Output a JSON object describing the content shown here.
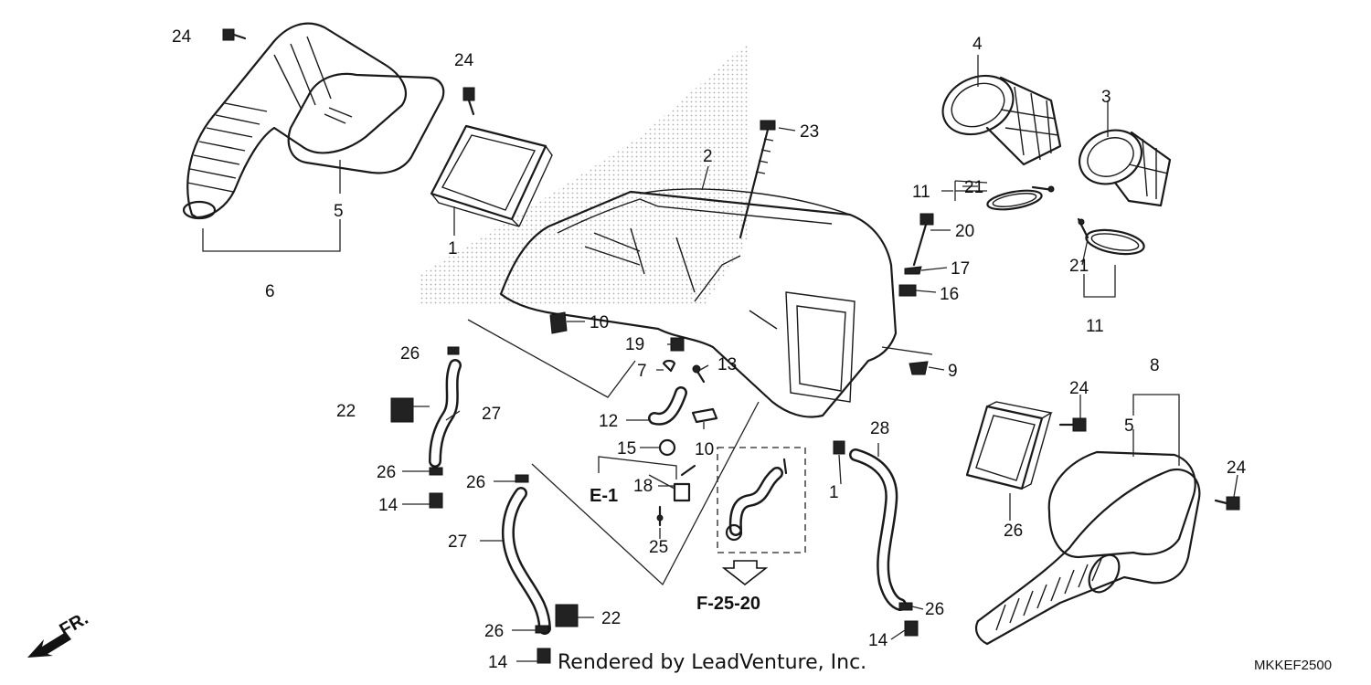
{
  "callouts": [
    {
      "id": "c24a",
      "text": "24"
    },
    {
      "id": "c24b",
      "text": "24"
    },
    {
      "id": "c6",
      "text": "6"
    },
    {
      "id": "c5a",
      "text": "5"
    },
    {
      "id": "c1a",
      "text": "1"
    },
    {
      "id": "c2",
      "text": "2"
    },
    {
      "id": "c23",
      "text": "23"
    },
    {
      "id": "c10a",
      "text": "10"
    },
    {
      "id": "c26a",
      "text": "26"
    },
    {
      "id": "c22a",
      "text": "22"
    },
    {
      "id": "c27a",
      "text": "27"
    },
    {
      "id": "c26b",
      "text": "26"
    },
    {
      "id": "c14a",
      "text": "14"
    },
    {
      "id": "c19",
      "text": "19"
    },
    {
      "id": "c7",
      "text": "7"
    },
    {
      "id": "c13",
      "text": "13"
    },
    {
      "id": "c12",
      "text": "12"
    },
    {
      "id": "c10b",
      "text": "10"
    },
    {
      "id": "c15",
      "text": "15"
    },
    {
      "id": "c26c",
      "text": "26"
    },
    {
      "id": "c18",
      "text": "18"
    },
    {
      "id": "c27b",
      "text": "27"
    },
    {
      "id": "c25",
      "text": "25"
    },
    {
      "id": "c22b",
      "text": "22"
    },
    {
      "id": "c26d",
      "text": "26"
    },
    {
      "id": "c14b",
      "text": "14"
    },
    {
      "id": "c4",
      "text": "4"
    },
    {
      "id": "c3",
      "text": "3"
    },
    {
      "id": "c11a",
      "text": "11"
    },
    {
      "id": "c21a",
      "text": "21"
    },
    {
      "id": "c20",
      "text": "20"
    },
    {
      "id": "c17",
      "text": "17"
    },
    {
      "id": "c16",
      "text": "16"
    },
    {
      "id": "c21b",
      "text": "21"
    },
    {
      "id": "c11b",
      "text": "11"
    },
    {
      "id": "c9",
      "text": "9"
    },
    {
      "id": "c8",
      "text": "8"
    },
    {
      "id": "c24c",
      "text": "24"
    },
    {
      "id": "c5b",
      "text": "5"
    },
    {
      "id": "c24d",
      "text": "24"
    },
    {
      "id": "c28",
      "text": "28"
    },
    {
      "id": "c26e",
      "text": "26"
    },
    {
      "id": "c1b",
      "text": "1"
    },
    {
      "id": "c26f",
      "text": "26"
    },
    {
      "id": "c14c",
      "text": "14"
    }
  ],
  "references": {
    "e1": "E-1",
    "f2520": "F-25-20"
  },
  "front_arrow_label": "FR.",
  "footer": "Rendered by LeadVenture, Inc.",
  "diagram_code": "MKKEF2500"
}
